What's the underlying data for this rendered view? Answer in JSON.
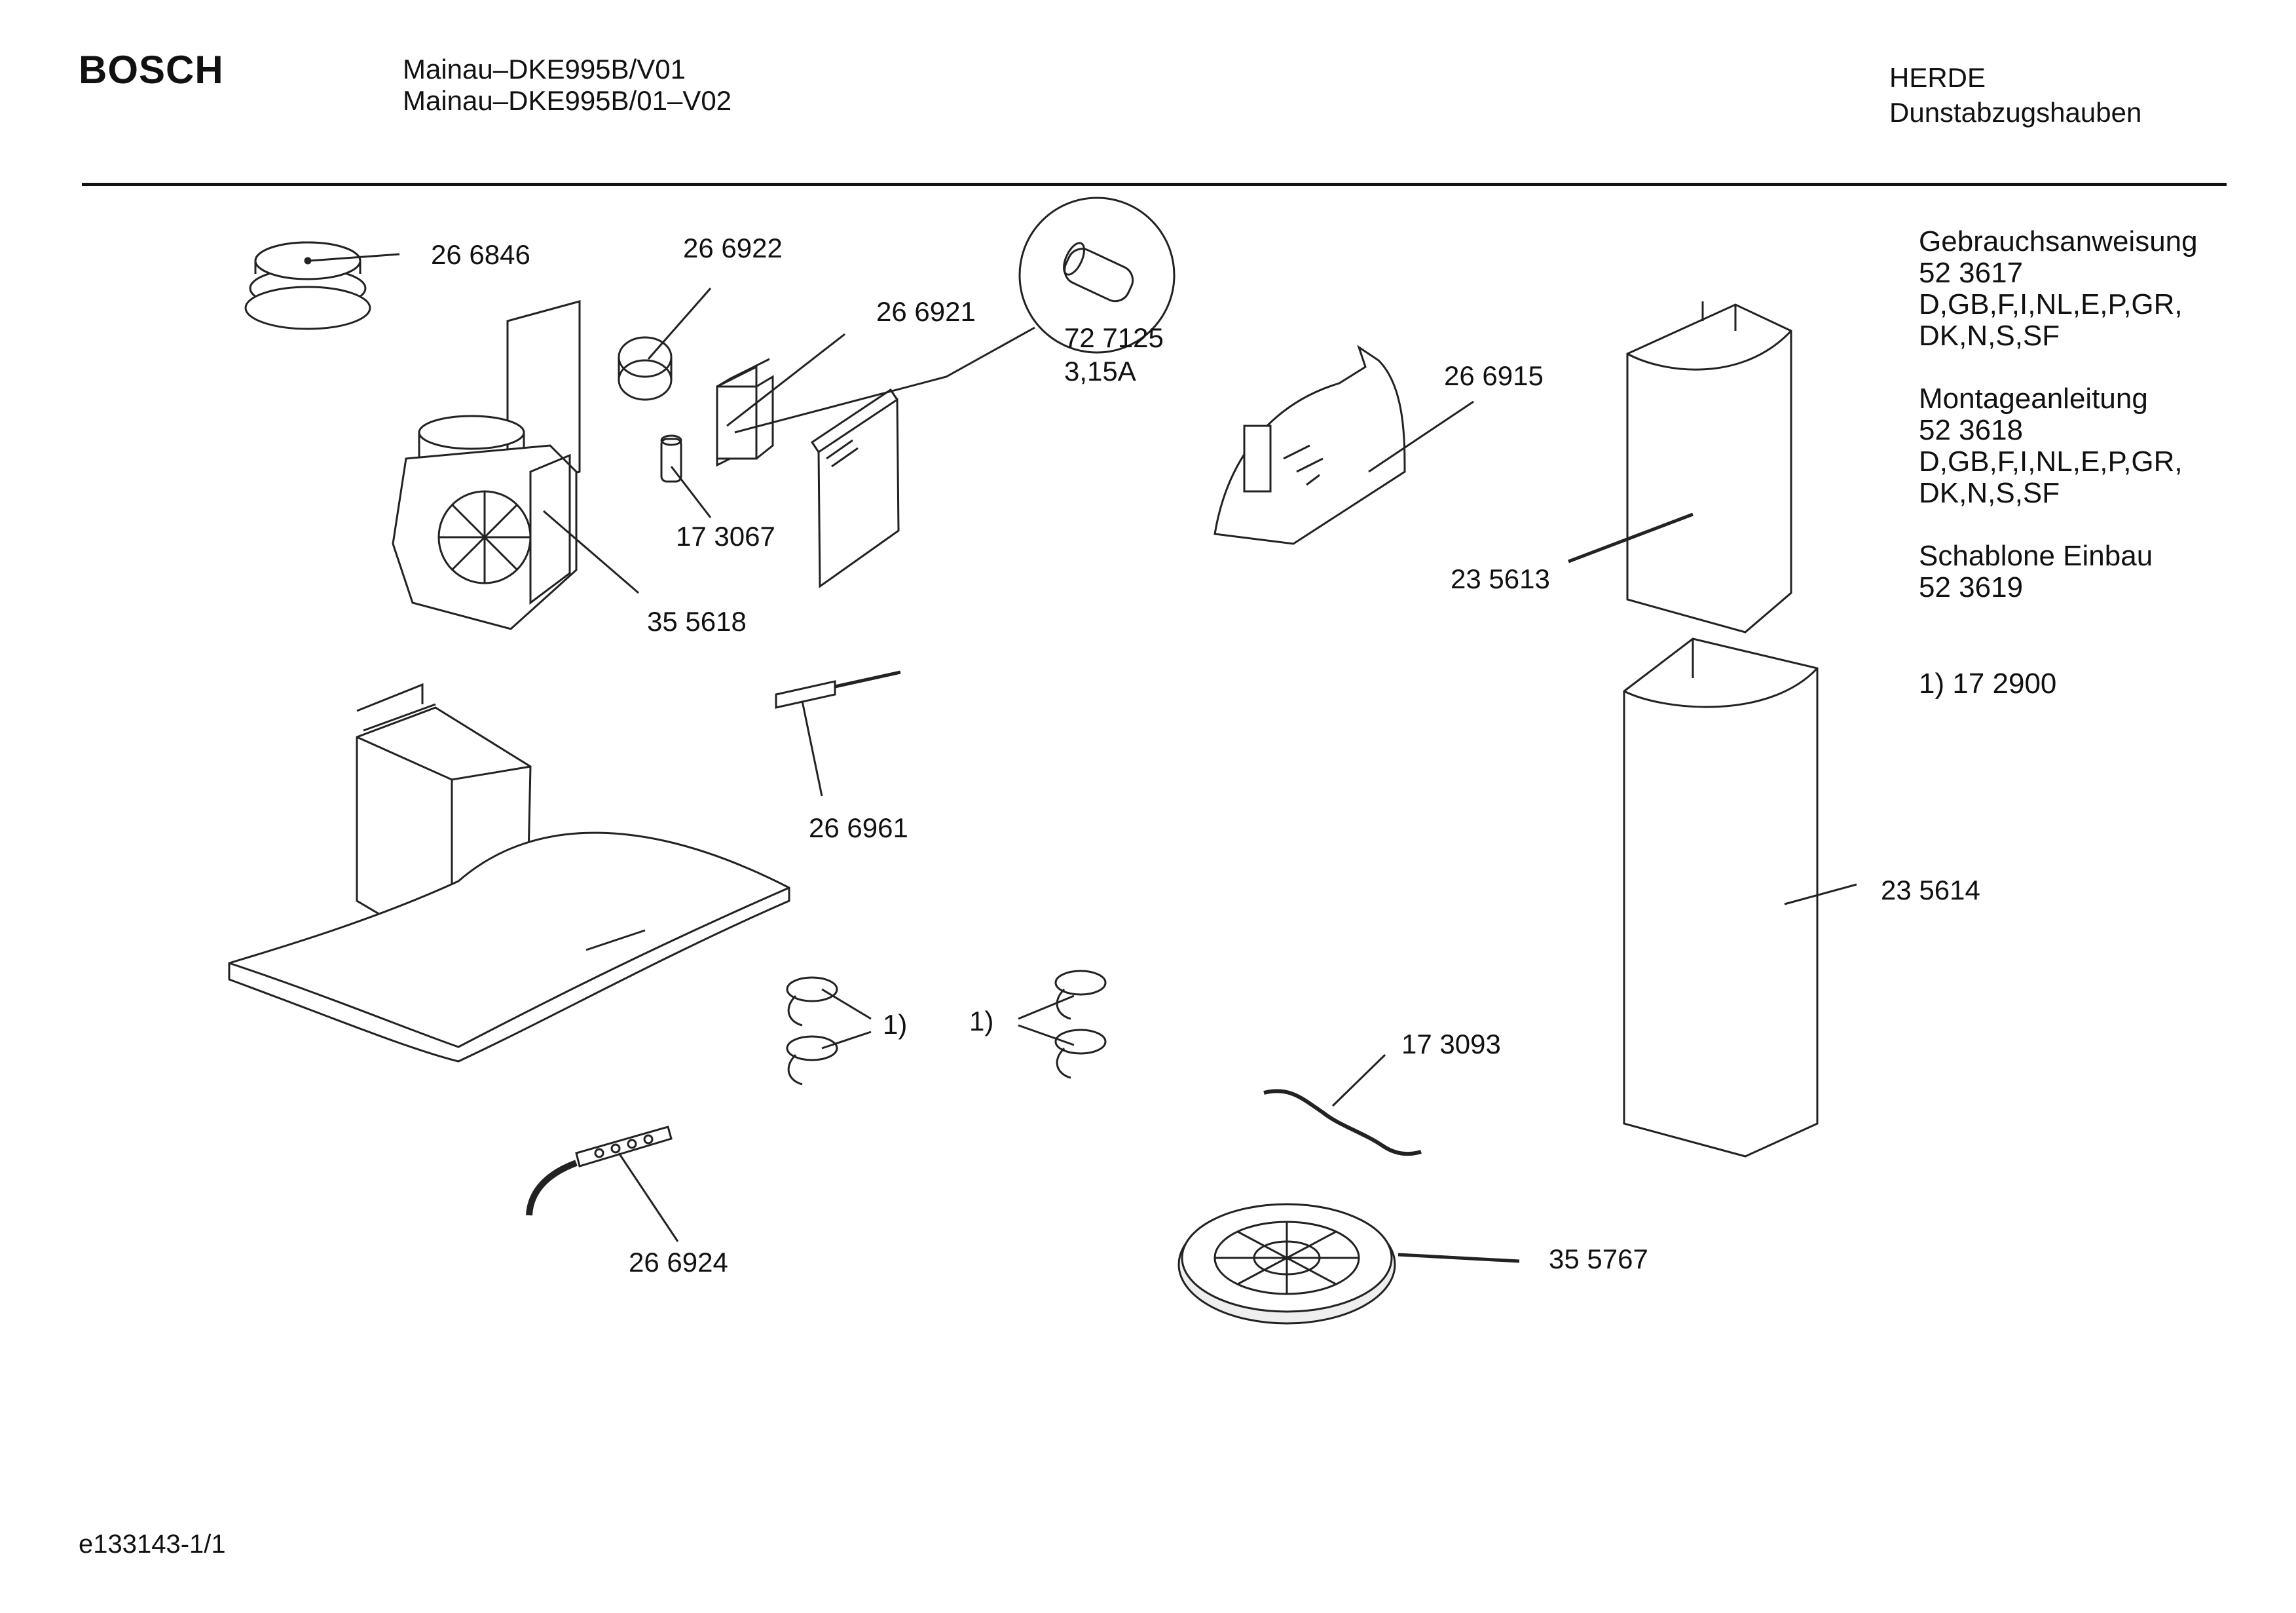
{
  "header": {
    "brand": "BOSCH",
    "model_line_1": "Mainau–DKE995B/V01",
    "model_line_2": "Mainau–DKE995B/01–V02",
    "category_line_1": "HERDE",
    "category_line_2": "Dunstabzugshauben"
  },
  "documents": [
    {
      "title": "Gebrauchsanweisung",
      "number": "52 3617",
      "languages_1": "D,GB,F,I,NL,E,P,GR,",
      "languages_2": "DK,N,S,SF"
    },
    {
      "title": "Montageanleitung",
      "number": "52 3618",
      "languages_1": "D,GB,F,I,NL,E,P,GR,",
      "languages_2": "DK,N,S,SF"
    },
    {
      "title": "Schablone Einbau",
      "number": "52 3619"
    }
  ],
  "footnote": "1) 17 2900",
  "parts": {
    "p266846": "26 6846",
    "p266922": "26 6922",
    "p266921": "26 6921",
    "p727125": "72 7125",
    "p727125_rating": "3,15A",
    "p173067": "17 3067",
    "p355618": "35 5618",
    "p266915": "26 6915",
    "p235613": "23 5613",
    "p266961": "26 6961",
    "p235614": "23 5614",
    "p173093": "17 3093",
    "p266924": "26 6924",
    "p355767": "35 5767",
    "ref_1a": "1)",
    "ref_1b": "1)"
  },
  "footer": "e133143-1/1"
}
